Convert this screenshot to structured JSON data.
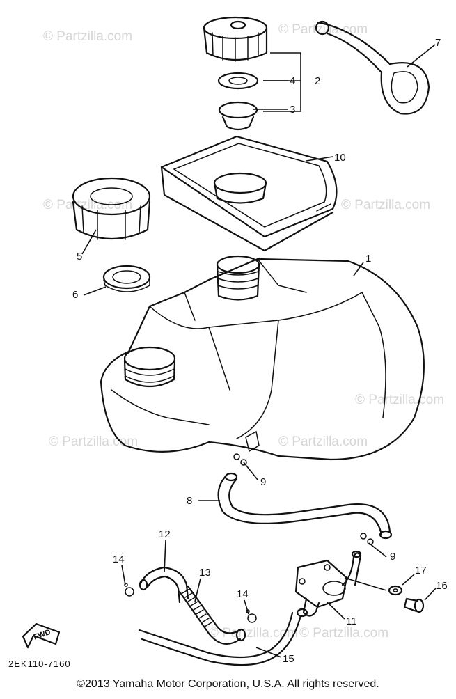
{
  "watermark": "© Partzilla.com",
  "drawing_code": "2EK110-7160",
  "fwd_label": "FWD",
  "copyright": "©2013  Yamaha Motor Corporation, U.S.A. All rights reserved.",
  "callouts": {
    "c1": "1",
    "c2": "2",
    "c3": "3",
    "c4": "4",
    "c5": "5",
    "c6": "6",
    "c7": "7",
    "c8": "8",
    "c9a": "9",
    "c9b": "9",
    "c10": "10",
    "c11": "11",
    "c12": "12",
    "c13": "13",
    "c14a": "14",
    "c14b": "14",
    "c15": "15",
    "c16": "16",
    "c17": "17"
  }
}
